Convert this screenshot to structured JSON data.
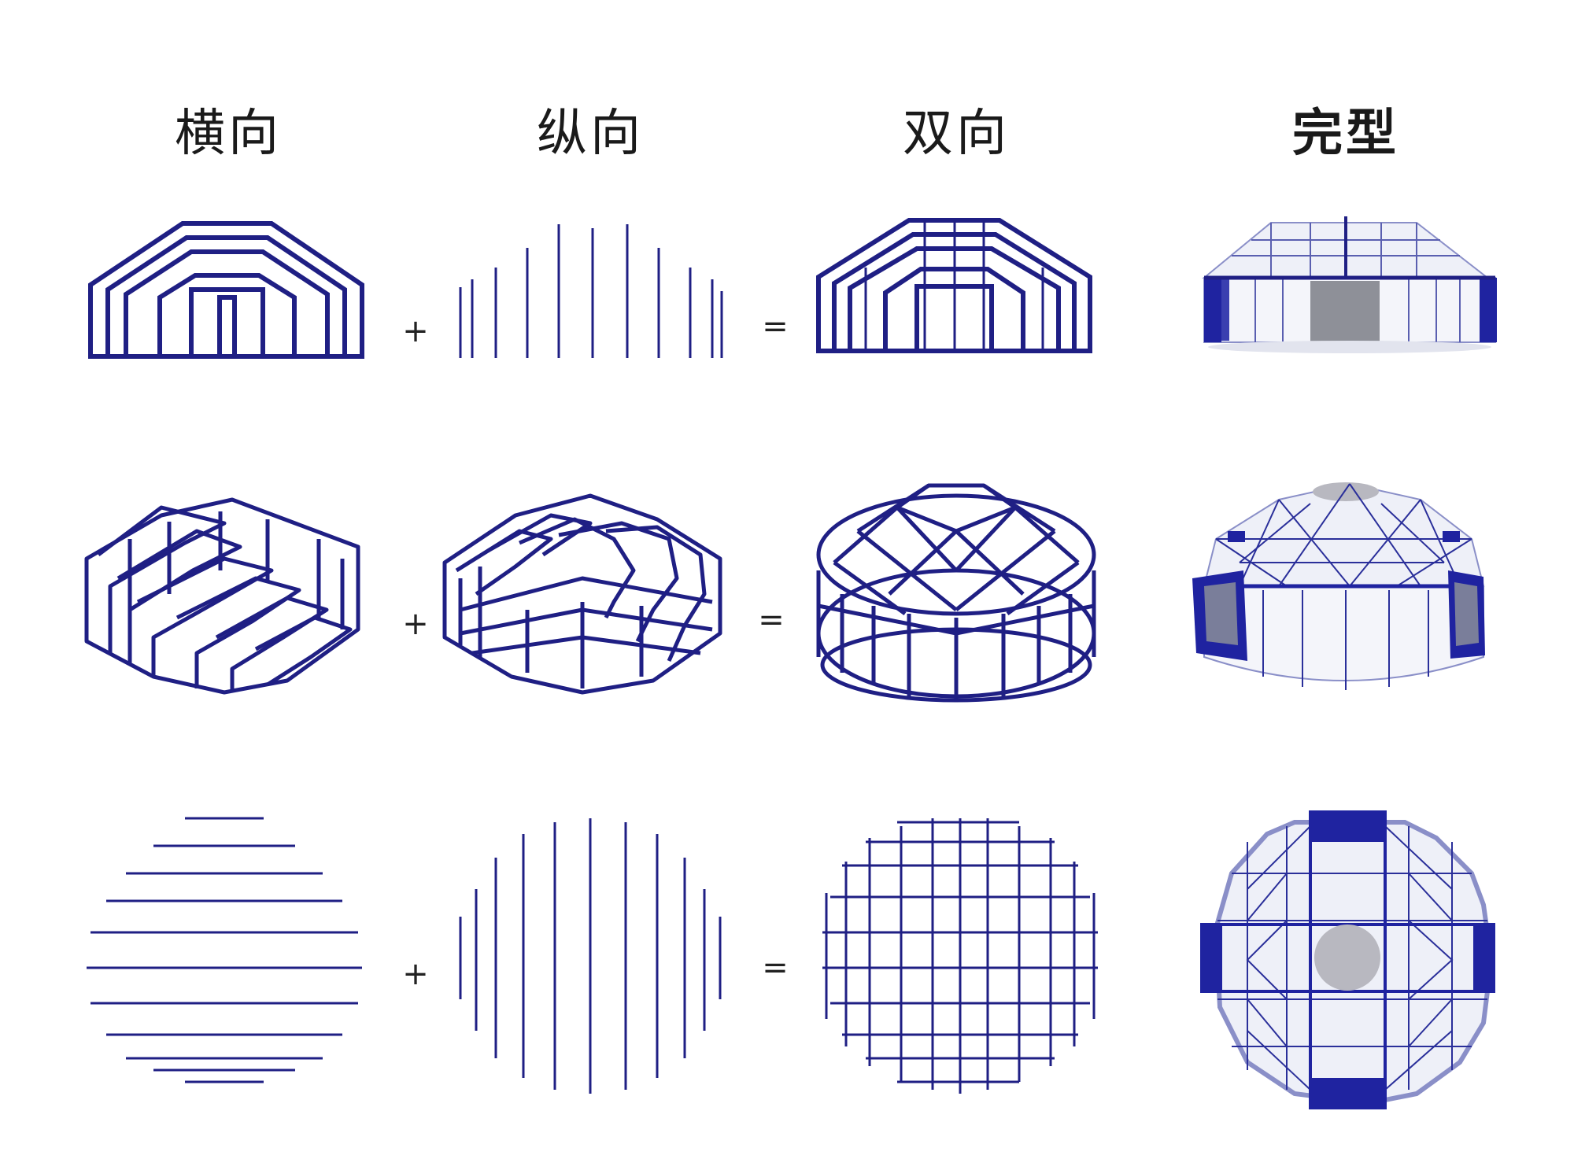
{
  "headers": [
    "横向",
    "纵向",
    "双向",
    "完型"
  ],
  "operators": {
    "row1_plus": "+",
    "row1_equals": "=",
    "row2_plus": "+",
    "row2_equals": "=",
    "row3_plus": "+",
    "row3_equals": "="
  },
  "colors": {
    "structure": "#1f1f84",
    "panel_dark": "#1f23a0",
    "glass": "#eef0f8",
    "grey": "#b8b8c0"
  }
}
